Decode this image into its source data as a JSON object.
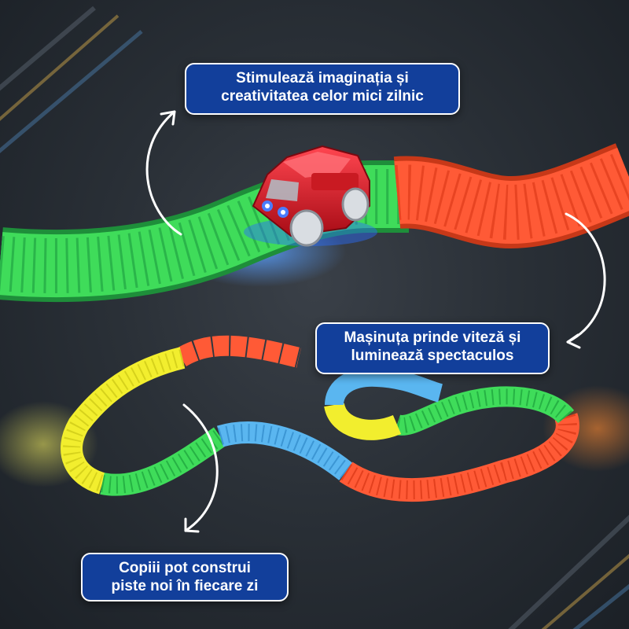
{
  "callouts": {
    "top": {
      "line1": "Stimulează imaginația și",
      "line2": "creativitatea celor mici zilnic"
    },
    "middle": {
      "line1": "Mașinuța prinde viteză și",
      "line2": "luminează spectaculos"
    },
    "bottom": {
      "line1": "Copiii pot construi",
      "line2": "piste noi în fiecare zi"
    }
  },
  "colors": {
    "callout_background": "#123f9b",
    "callout_border": "#ffffff",
    "track_green": "#3fdc5a",
    "track_orange": "#ff5a36",
    "track_yellow": "#f2ee2e",
    "track_blue": "#5ab6f0",
    "car_red": "#d41c24"
  },
  "icons": [
    "curved-arrow-icon",
    "curved-arrow-icon",
    "curved-arrow-icon"
  ]
}
